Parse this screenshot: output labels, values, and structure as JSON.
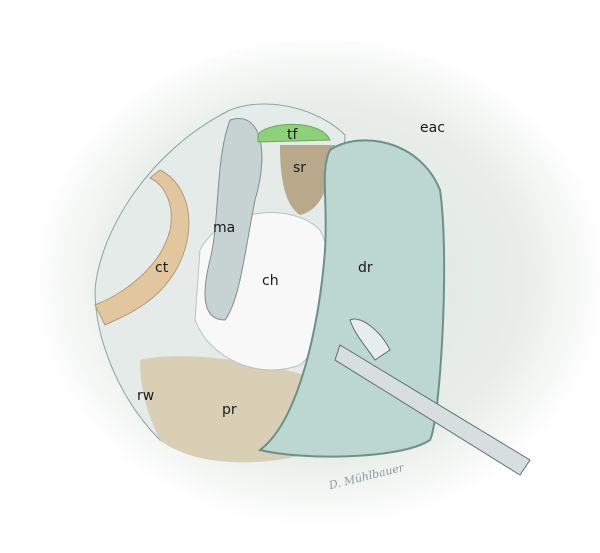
{
  "labels": {
    "eac": "eac",
    "tf": "tf",
    "sr": "sr",
    "ma": "ma",
    "ct": "ct",
    "ch": "ch",
    "dr": "dr",
    "rw": "rw",
    "pr": "pr"
  },
  "signature": "D. Mühlbauer",
  "colors": {
    "tf": "#8fd07a",
    "sr": "#b7a98a",
    "ct": "#e2c79e",
    "pr": "#d9cfb5",
    "dr": "#bcd6d0",
    "background": "#e9eeea"
  }
}
